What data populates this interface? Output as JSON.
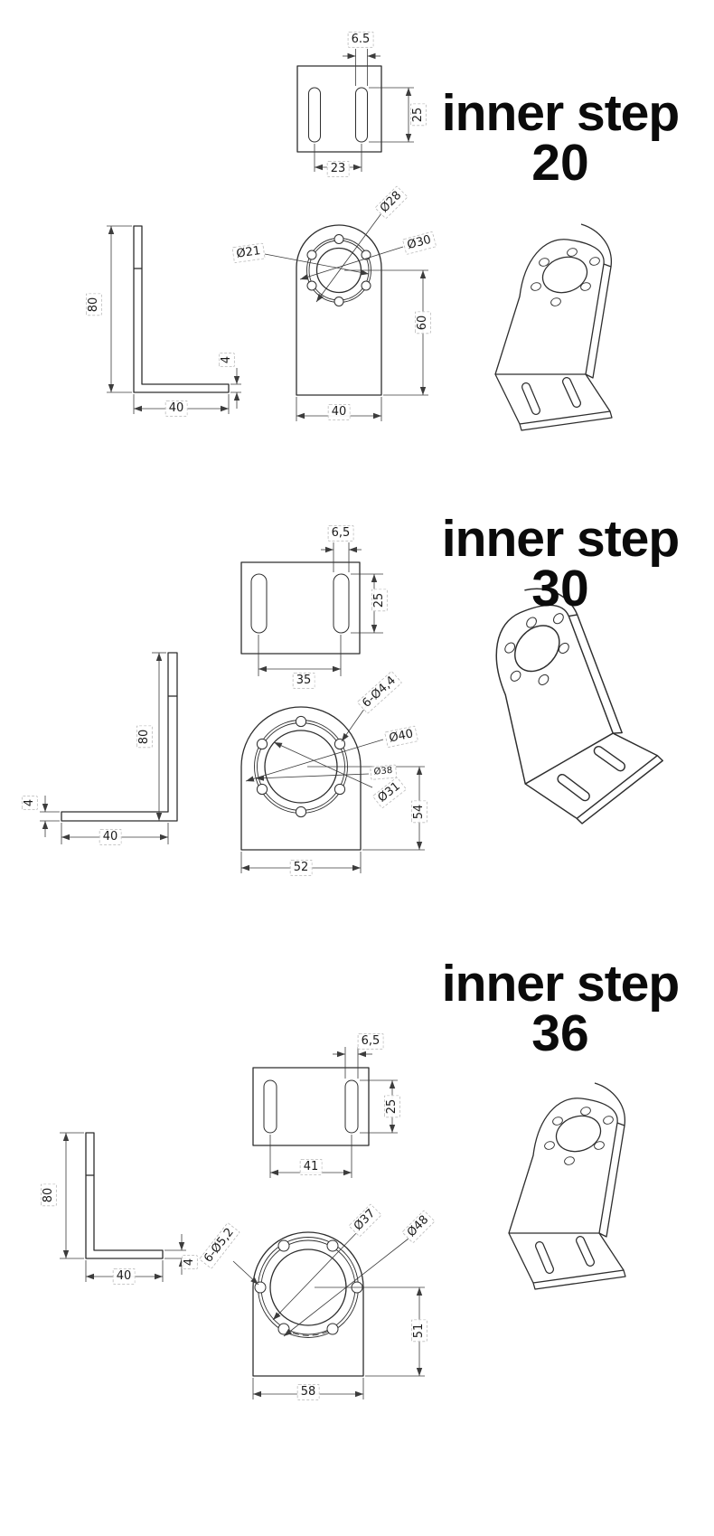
{
  "drawing": {
    "background": "#ffffff",
    "line_color": "#2e2e2e",
    "dim_color": "#3c3c3c",
    "sections": [
      {
        "title": "inner step",
        "size": "20",
        "top_view": {
          "slot_width": "6.5",
          "slot_length": "25",
          "slot_spacing": "23"
        },
        "side_view": {
          "height": "80",
          "leg": "40",
          "thickness": "4"
        },
        "front_view": {
          "bore": "Ø21",
          "bolt_circle": "Ø28",
          "step": "Ø30",
          "center_to_bottom": "60",
          "width": "40"
        }
      },
      {
        "title": "inner step",
        "size": "30",
        "top_view": {
          "slot_width": "6,5",
          "slot_length": "25",
          "slot_spacing": "35"
        },
        "side_view": {
          "height": "80",
          "leg": "40",
          "thickness": "4"
        },
        "front_view": {
          "holes": "6-Ø4,4",
          "outer": "Ø40",
          "bolt_circle": "Ø38",
          "bore": "Ø31",
          "center_to_bottom": "54",
          "width": "52"
        }
      },
      {
        "title": "inner step",
        "size": "36",
        "top_view": {
          "slot_width": "6,5",
          "slot_length": "25",
          "slot_spacing": "41"
        },
        "side_view": {
          "height": "80",
          "leg": "40",
          "thickness": "4"
        },
        "front_view": {
          "holes": "6-Ø5,2",
          "bore": "Ø37",
          "bolt_circle": "Ø48",
          "center_to_bottom": "51",
          "width": "58"
        }
      }
    ]
  }
}
